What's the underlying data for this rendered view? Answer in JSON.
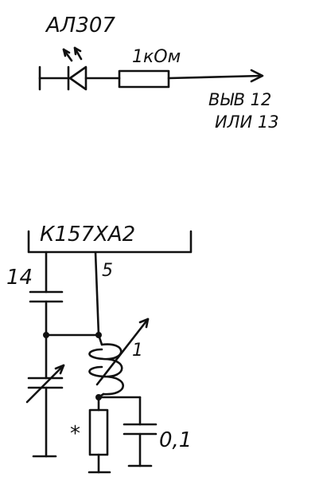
{
  "diagram": {
    "top_circuit": {
      "led_label": "АЛ307",
      "resistor_label": "1кОм",
      "output_label_line1": "ВЫВ 12",
      "output_label_line2": "ИЛИ 13"
    },
    "bottom_circuit": {
      "ic_label": "К157ХА2",
      "pin_14_label": "14",
      "pin_5_label": "5",
      "coil_label": "1",
      "resistor_mark": "*",
      "capacitor_label": "0,1"
    }
  }
}
